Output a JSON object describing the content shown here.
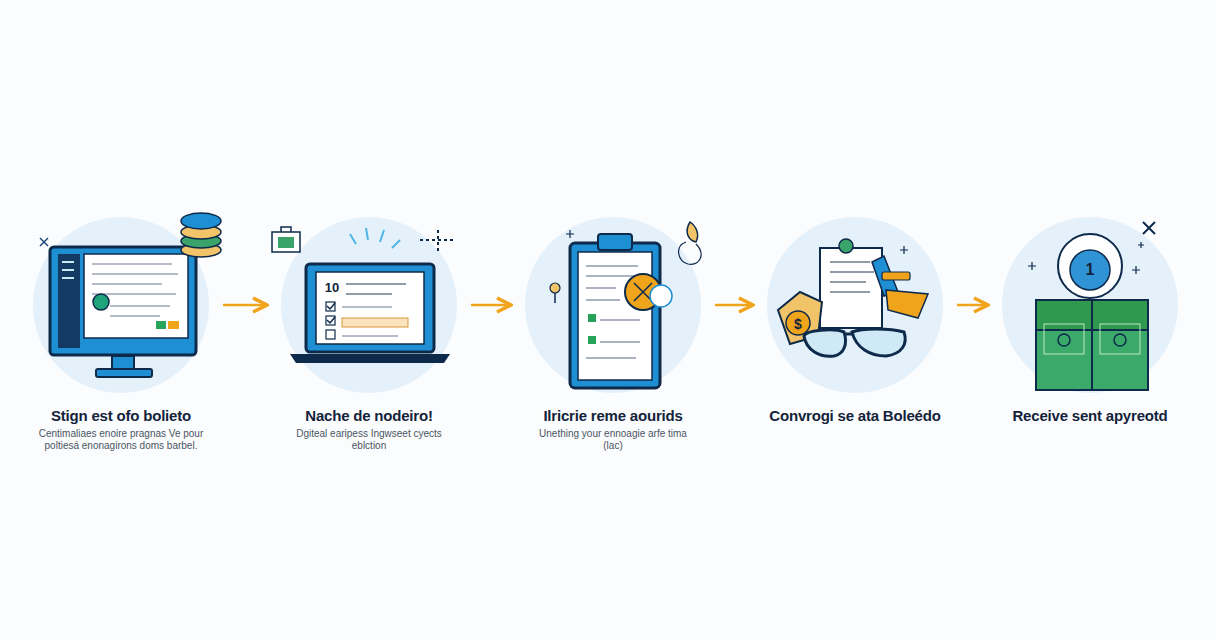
{
  "diagram": {
    "nodes": [
      {
        "text": [
          "Stign est ofo bolieto",
          "Centimaliaes enoire pragnas Ve pour poltiesá enonagirons doms barbel."
        ]
      },
      {
        "text": [
          "Nache de nodeiro!",
          "Dgiteal earipess Ingwseet cyects eblction"
        ]
      },
      {
        "text": [
          "Ilricrie reme aourids",
          "Unething your ennoagie arfe tima (lac)"
        ]
      },
      {
        "text": [
          "Convrogi se ata Boleédo"
        ]
      },
      {
        "text": [
          "Receive sent apyreotd"
        ]
      }
    ],
    "edges": [
      {
        "from": 0,
        "to": 1,
        "arrow": "to"
      },
      {
        "from": 1,
        "to": 2,
        "arrow": "to"
      },
      {
        "from": 2,
        "to": 3,
        "arrow": "to"
      },
      {
        "from": 3,
        "to": 4,
        "arrow": "to"
      }
    ],
    "labels": [
      "10",
      "1",
      "$"
    ]
  }
}
